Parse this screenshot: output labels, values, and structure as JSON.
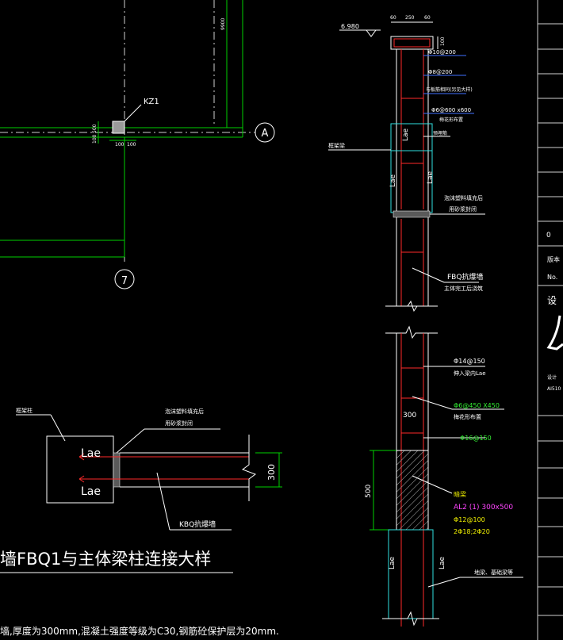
{
  "colors": {
    "background": "#000000",
    "axis_line": "#cfcfcf",
    "wall_outline": "#00d000",
    "rebar": "#ff2a2a",
    "leader": "#ffffff",
    "dimension": "#ffffff",
    "cyan": "#30e0e0",
    "green_text": "#33ee33",
    "magenta_text": "#ff44ff",
    "yellow_text": "#f0f000",
    "blue_text": "#4070ff",
    "hatch": "#b0b0b0",
    "title_block": "#d0d0d0"
  },
  "plan": {
    "column_tag": "KZ1",
    "dim_9900": "9900",
    "dim_100_left": "100",
    "dim_500": "500",
    "dim_100_a": "100",
    "dim_100_b": "100",
    "axis_a": "A",
    "axis_7": "7"
  },
  "section": {
    "elevation": "6.980",
    "top_dim_60_left": "60",
    "top_dim_250": "250",
    "top_dim_60_right": "60",
    "beam_depth_dim": "100",
    "note_d10": "Φ10@200",
    "note_d8": "Φ8@200",
    "note_anchor": "与板筋相同(另见大样)",
    "note_d6": "Φ6@600 x600",
    "note_tie": "梅花形布置",
    "note_pre_embed": "预埋筋",
    "label_beam_left": "框架梁",
    "lae_1": "Lae",
    "lae_2": "Lae",
    "lae_3": "Lae",
    "note_foam": "泡沫塑料填充后",
    "note_seal": "用砂浆封闭",
    "note_fbq": "FBQ抗爆墙",
    "note_order": "主体完工后浇筑",
    "note_d14": "Φ14@150",
    "note_d14_anchor": "伸入梁内Lae",
    "note_d6_grid": "Φ6@450 X450",
    "note_tie_2": "梅花形布置",
    "dim_300": "300",
    "note_d16": "Φ16@150",
    "dim_500": "500",
    "dl_title": "暗梁",
    "dl_size": "AL2 (1) 300x500",
    "dl_stirrup": "Φ12@100",
    "dl_bars": "2Φ18;2Φ20",
    "lae_4": "Lae",
    "lae_5": "Lae",
    "note_ground": "地梁、基础梁等"
  },
  "detail": {
    "label_col": "框架柱",
    "note_foam": "泡沫塑料填充后",
    "note_seal": "用砂浆封闭",
    "lae_top": "Lae",
    "lae_bottom": "Lae",
    "dim_300": "300",
    "label_kbq": "KBQ抗爆墙",
    "title": "墙FBQ1与主体梁柱连接大样",
    "note": "墙,厚度为300mm,混凝土强度等级为C30,钢筋砼保护层为20mm."
  },
  "title_block": {
    "cell_zero": "0",
    "cell_version": "版本",
    "cell_no": "No.",
    "cell_design": "设",
    "cell_designer_label": "设计",
    "cell_code": "AI510"
  }
}
